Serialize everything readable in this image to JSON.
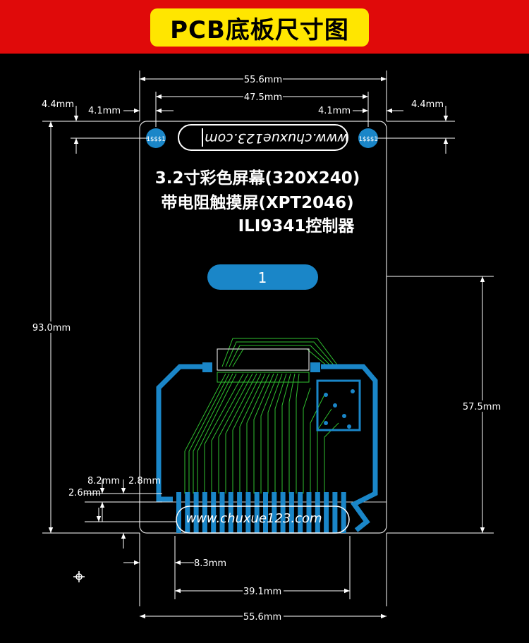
{
  "title": "PCB底板尺寸图",
  "board": {
    "line1": "3.2寸彩色屏幕(320X240)",
    "line2": "带电阻触摸屏(XPT2046)",
    "line3": "ILI9341控制器",
    "url_top": "www.chuxue123.com",
    "url_bottom": "www.chuxue123.com",
    "pin_label": "1",
    "hole_text": "1$$$1"
  },
  "dims": {
    "width_top": "55.6mm",
    "inner_width": "47.5mm",
    "left_hole_edge": "4.1mm",
    "right_hole_edge": "4.1mm",
    "left_hole_top": "4.4mm",
    "right_hole_top": "4.4mm",
    "height": "93.0mm",
    "pin_height": "57.5mm",
    "pad_offset": "8.2mm",
    "pad_height": "2.8mm",
    "pad_gap": "2.6mm",
    "connector_offset": "8.3mm",
    "connector_width": "39.1mm",
    "width_bottom": "55.6mm"
  },
  "colors": {
    "banner": "#e00a0a",
    "title_bg": "#ffe600",
    "pcb_blue": "#1a86c8",
    "trace_green": "#2fbf2f",
    "dim_line": "#ffffff"
  }
}
